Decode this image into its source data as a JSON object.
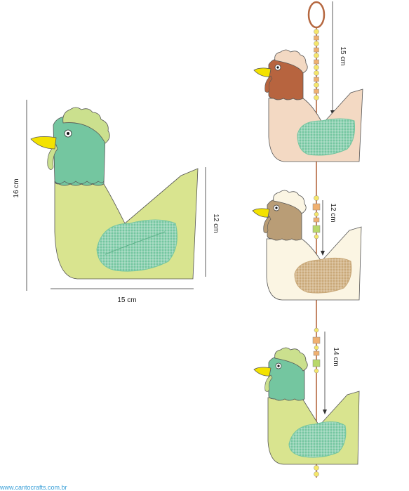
{
  "dimensions": {
    "large_height": "16 cm",
    "large_width": "15 cm",
    "large_tail": "12 cm",
    "mobile_top": "15 cm",
    "mobile_middle": "12 cm",
    "mobile_bottom": "14 cm"
  },
  "footer_text": "www.cantocrafts.com.br",
  "colors": {
    "green_body": "#d9e48f",
    "teal_head": "#74c6a0",
    "comb_green": "#cbe08e",
    "beak_yellow": "#f3e200",
    "brown_head": "#b7643f",
    "peach_body": "#f3d9c3",
    "tan_head": "#b99d76",
    "cream_body": "#fbf5e3",
    "cord": "#b5673f"
  },
  "icons": [
    "hen-large-icon",
    "hen-brown-icon",
    "hen-tan-icon",
    "hen-green-icon",
    "hanging-ring-icon",
    "bead-icon"
  ]
}
